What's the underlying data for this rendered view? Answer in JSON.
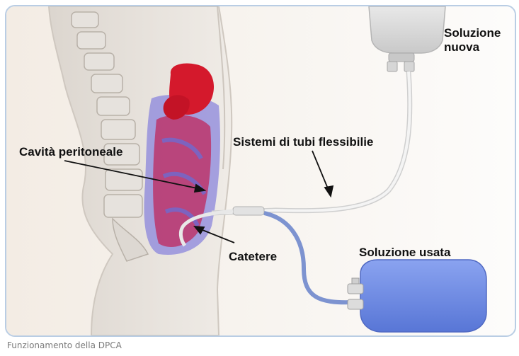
{
  "labels": {
    "new_solution_line1": "Soluzione",
    "new_solution_line2": "nuova",
    "tubing": "Sistemi di tubi flessibilie",
    "peritoneal_cavity": "Cavità peritoneale",
    "catheter": "Catetere",
    "used_solution": "Soluzione usata"
  },
  "caption": "Funzionamento della DPCA",
  "colors": {
    "frame_border": "#b9cde4",
    "organ_red": "#d4192c",
    "peritoneum_blue": "#7f78d8",
    "used_bag_blue": "#6f8ee6",
    "tube_blue": "#7d93d0",
    "tube_white": "#eeeeee",
    "new_bag": "#d8d8d8"
  }
}
